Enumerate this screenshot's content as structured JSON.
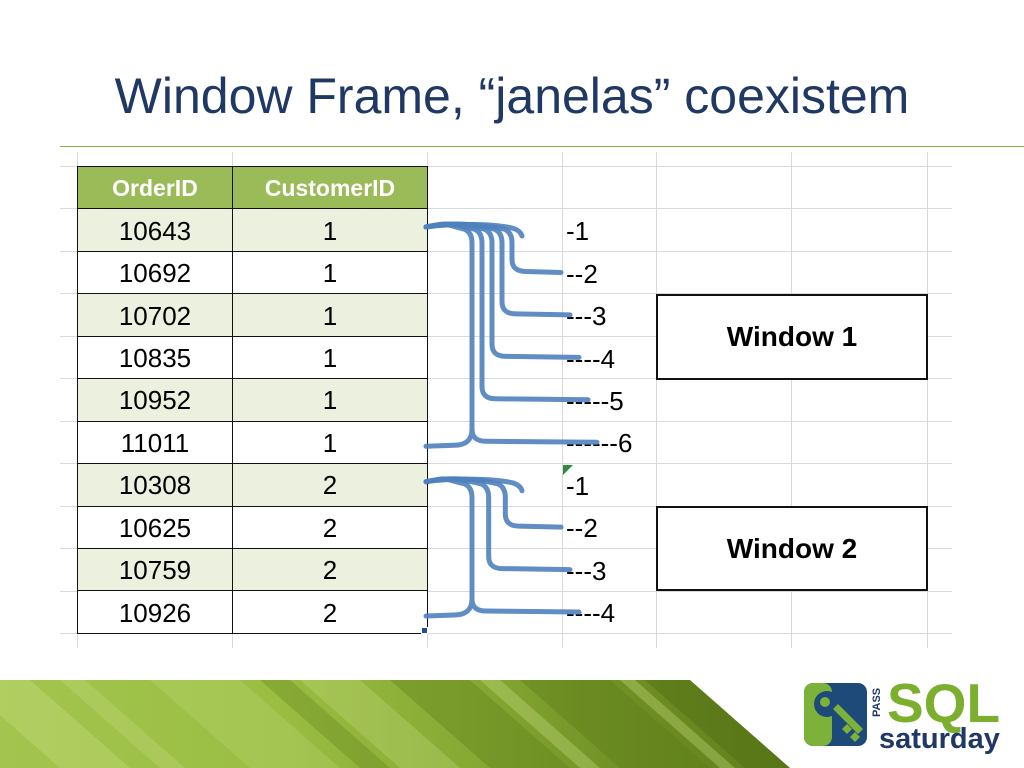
{
  "slide": {
    "title": "Window Frame, “janelas” coexistem"
  },
  "table": {
    "headers": [
      "OrderID",
      "CustomerID"
    ],
    "rows": [
      [
        "10643",
        "1"
      ],
      [
        "10692",
        "1"
      ],
      [
        "10702",
        "1"
      ],
      [
        "10835",
        "1"
      ],
      [
        "10952",
        "1"
      ],
      [
        "11011",
        "1"
      ],
      [
        "10308",
        "2"
      ],
      [
        "10625",
        "2"
      ],
      [
        "10759",
        "2"
      ],
      [
        "10926",
        "2"
      ]
    ]
  },
  "frame_labels": {
    "group1": [
      "-1",
      "--2",
      "---3",
      "----4",
      "-----5",
      "------6"
    ],
    "group2": [
      "-1",
      "--2",
      "---3",
      "----4"
    ]
  },
  "windows": [
    {
      "label": "Window 1"
    },
    {
      "label": "Window 2"
    }
  ],
  "logo": {
    "icon": "key-icon",
    "pass": "PASS",
    "sql": "SQL",
    "saturday": "saturday"
  },
  "colors": {
    "title": "#1F3864",
    "accent": "#8DB04A",
    "header": "#9BBB59",
    "band": "#EBF1DE",
    "bracket": "#4F81BD",
    "logo_green": "#7DAF2F",
    "logo_navy": "#1F3864"
  }
}
